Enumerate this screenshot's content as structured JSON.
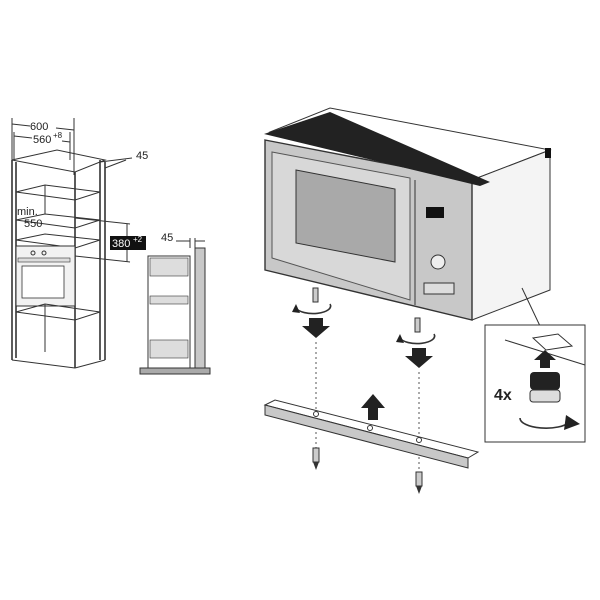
{
  "cabinet": {
    "width_label": "600",
    "inner_width_label": "560",
    "inner_width_tolerance": "+8",
    "depth_label": "45",
    "min_label": "min.",
    "min_value": "550",
    "height_label": "380",
    "height_tolerance": "+2"
  },
  "side_view": {
    "depth_label": "45"
  },
  "inset": {
    "count_label": "4x"
  },
  "colors": {
    "panel": "#c8c8c8",
    "window": "#a9a9a9",
    "line": "#333333",
    "box_fill": "#111111"
  }
}
